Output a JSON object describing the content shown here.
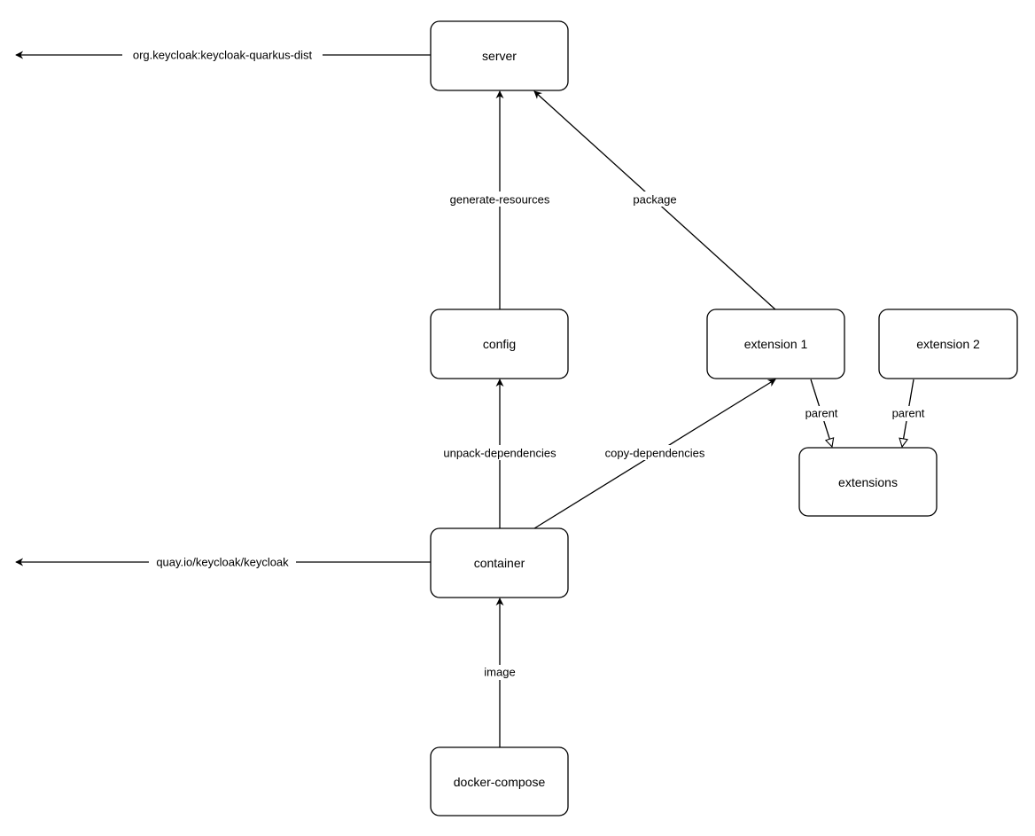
{
  "diagram": {
    "nodes": {
      "server": "server",
      "config": "config",
      "extension_1": "extension 1",
      "extension_2": "extension 2",
      "extensions": "extensions",
      "container": "container",
      "docker_compose": "docker-compose"
    },
    "edges": {
      "server_dist": "org.keycloak:keycloak-quarkus-dist",
      "config_to_server": "generate-resources",
      "extension1_to_server": "package",
      "container_to_config": "unpack-dependencies",
      "container_to_extension1": "copy-dependencies",
      "extension1_parent": "parent",
      "extension2_parent": "parent",
      "container_image": "quay.io/keycloak/keycloak",
      "docker_compose_to_container": "image"
    }
  }
}
